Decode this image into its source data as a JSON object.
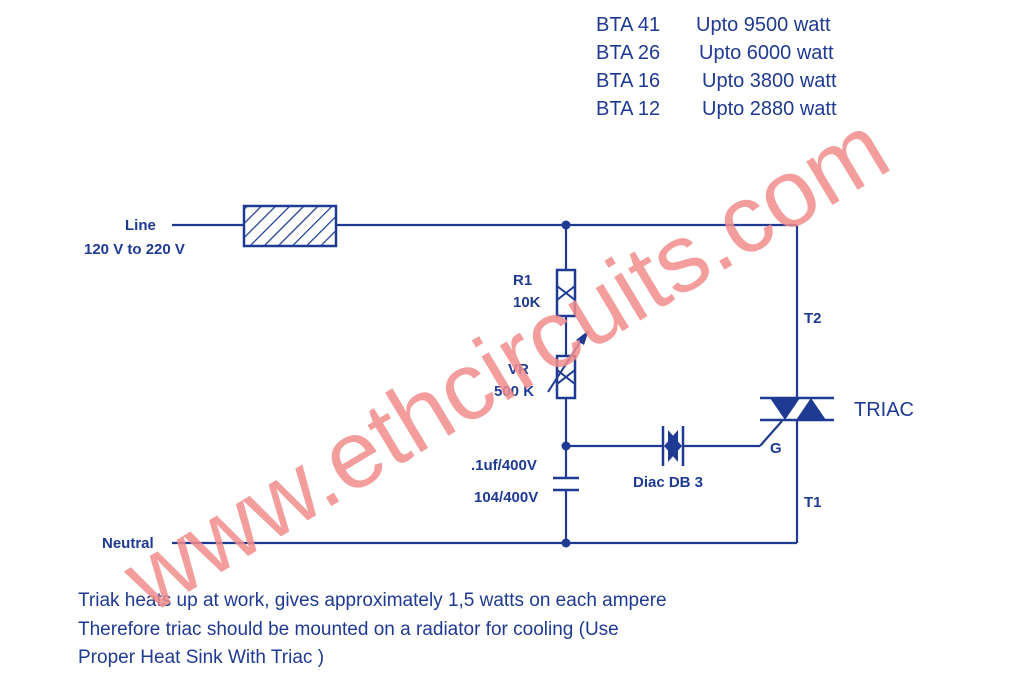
{
  "ratings": [
    {
      "model": "BTA 41",
      "rating": "Upto 9500 watt"
    },
    {
      "model": "BTA 26",
      "rating": "Upto 6000 watt"
    },
    {
      "model": "BTA 16",
      "rating": "Upto 3800 watt"
    },
    {
      "model": "BTA 12",
      "rating": "Upto 2880 watt"
    }
  ],
  "labels": {
    "line": "Line",
    "line_voltage": "120 V to 220 V",
    "neutral": "Neutral",
    "r1": "R1",
    "r1_value": "10K",
    "vr": "VR",
    "vr_value": "500 K",
    "cap1": ".1uf/400V",
    "cap2": "104/400V",
    "diac": "Diac DB 3",
    "t2": "T2",
    "t1": "T1",
    "gate": "G",
    "triac": "TRIAC"
  },
  "note": [
    "Triak heats up at work, gives approximately 1,5 watts on each ampere",
    "Therefore  triac should be mounted on a radiator for cooling (Use",
    "Proper Heat Sink With Triac )"
  ],
  "watermark": "www.ethcircuits.com",
  "colors": {
    "ink": "#1f3a93",
    "watermark": "#f28c8c"
  }
}
